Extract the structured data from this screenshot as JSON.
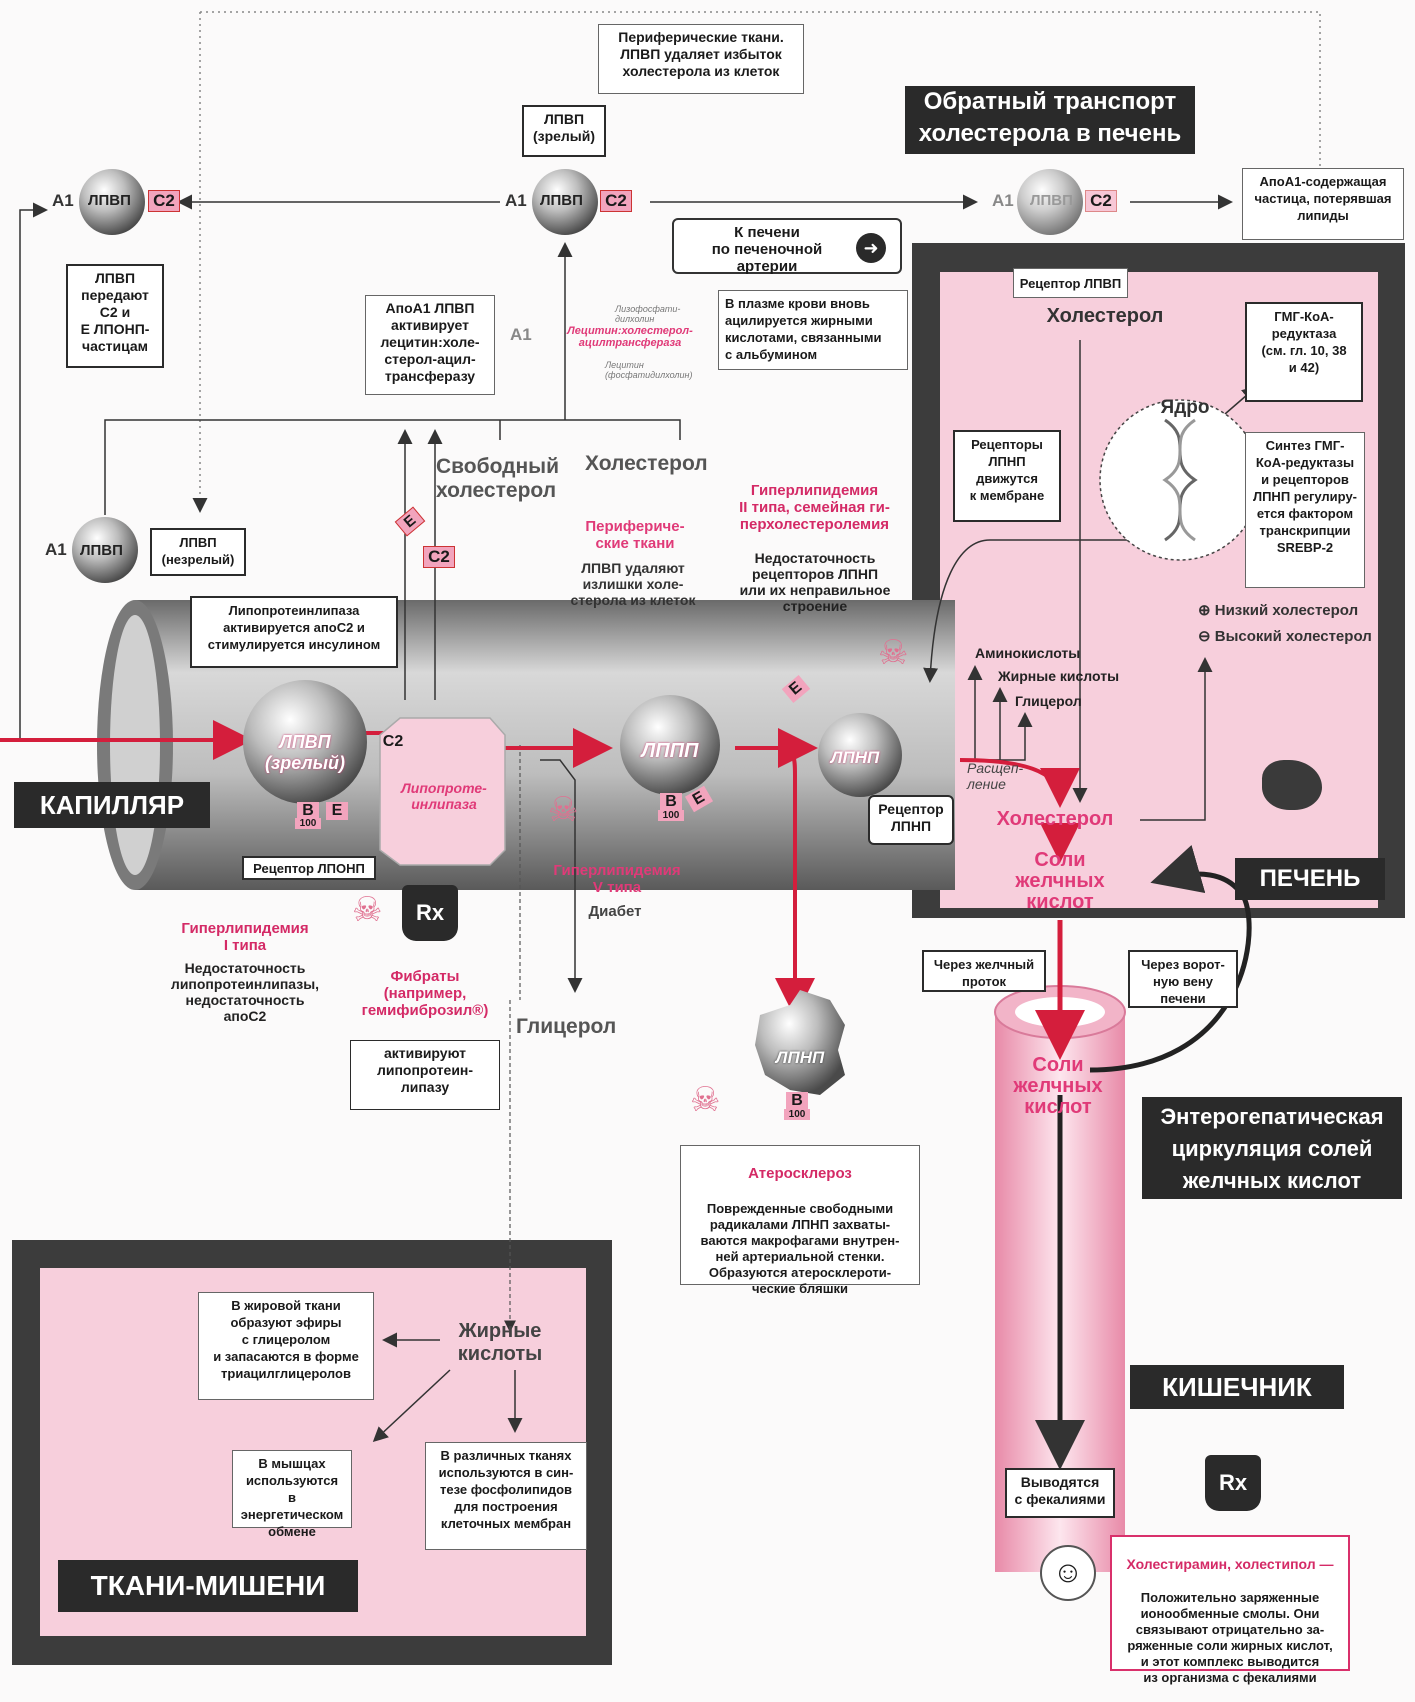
{
  "top_note": "Периферические ткани.\nЛПВП удаляет избыток\nхолестерола из клеток",
  "hdl_mature_top": "ЛПВП\n(зрелый)",
  "reverse_title": "Обратный транспорт\nхолестерола в печень",
  "apoa1_particle": "АпоА1-содержащая\nчастица, потерявшая\nлипиды",
  "to_liver": "К печени\nпо печеночной артерии",
  "hdl_transfer": "ЛПВП\nпередают\nС2 и\nЕ ЛПОНП-\nчастицам",
  "apoa1_activates": "АпоА1 ЛПВП\nактивирует\nлецитин:холе-\nстерол-ацил-\nтрансферазу",
  "lysolecithin": "Лизофосфати-\nдилхолин",
  "lcat": "Лецитин:холестерол-\nацилтрансфераза",
  "lecithin": "Лецитин\n(фосфатидилхолин)",
  "plasma_acyl": "В плазме крови вновь\nацилируется жирными\nкислотами, связанными\nс альбумином",
  "hdl_receptor": "Рецептор ЛПВП",
  "cholesterol_liver_top": "Холестерол",
  "hmg_box": "ГМГ-КоА-\nредуктаза\n(см. гл. 10, 38\nи 42)",
  "nucleus": "Ядро",
  "ldl_receptors_move": "Рецепторы\nЛПНП\nдвижутся\nк мембране",
  "srebp_box": "Синтез ГМГ-\nКоА-редуктазы\nи рецепторов\nЛПНП регулиру-\nется фактором\nтранскрипции\nSREBP-2",
  "low_chol": "Низкий холестерол",
  "high_chol": "Высокий холестерол",
  "free_chol": "Свободный\nхолестерол",
  "chol_label": "Холестерол",
  "hdl_immature": "ЛПВП\n(незрелый)",
  "periph_tissues_title": "Перифериче-\nские ткани",
  "periph_tissues_text": "ЛПВП удаляют\nизлишки холе-\nстерола из клеток",
  "hyper2_title": "Гиперлипидемия\nII типа, семейная ги-\nперхолестеролемия",
  "hyper2_text": "Недостаточность\nрецепторов ЛПНП\nили их неправильное\nстроение",
  "lpl_box": "Липопротеинлипаза\nактивируется апоС2 и\nстимулируется инсулином",
  "aminoacids": "Аминокислоты",
  "fatty_acids_liver": "Жирные кислоты",
  "glycerol_liver": "Глицерол",
  "cleavage": "Расщеп-\nление",
  "capillary": "КАПИЛЛЯР",
  "hdl_mature_cap": "ЛПВП\n(зрелый)",
  "lpl_enzyme": "Липопроте-\nинлипаза",
  "idl": "ЛППП",
  "ldl": "ЛПНП",
  "ldl_receptor": "Рецептор\nЛПНП",
  "vldl_receptor": "Рецептор ЛПОНП",
  "liver_chol": "Холестерол",
  "bile_salts_liver": "Соли\nжелчных\nкислот",
  "liver": "ПЕЧЕНЬ",
  "hyper5_title": "Гиперлипидемия\nV типа",
  "hyper5_text": "Диабет",
  "hyper1_title": "Гиперлипидемия\nI типа",
  "hyper1_text": "Недостаточность\nлипопротеинлипазы,\nнедостаточность\nапоС2",
  "fibrates_title": "Фибраты\n(например,\nгемифиброзил®)",
  "fibrates_text": "активируют\nлипопротеин-\nлипазу",
  "glycerol": "Глицерол",
  "bile_duct": "Через желчный\nпроток",
  "portal_vein": "Через ворот-\nную вену\nпечени",
  "bile_salts_gut": "Соли\nжелчных\nкислот",
  "enterohep": "Энтерогепатическая\nциркуляция солей\nжелчных кислот",
  "athero_title": "Атеросклероз",
  "athero_text": "Поврежденные свободными\nрадикалами ЛПНП захваты-\nваются макрофагами внутрен-\nней артериальной стенки.\nОбразуются атеросклероти-\nческие бляшки",
  "gut": "КИШЕЧНИК",
  "feces": "Выводятся\nс фекалиями",
  "resins_title": "Холестирамин, холестипол —",
  "resins_text": "Положительно заряженные\nионообменные смолы. Они\nсвязывают отрицательно за-\nряженные соли жирных кислот,\nи этот комплекс выводится\nиз организма с фекалиями",
  "adipose": "В жировой ткани\nобразуют эфиры\nс глицеролом\nи запасаются в форме\nтриацилглицеролов",
  "fatty_acids": "Жирные\nкислоты",
  "muscle": "В мышцах\nиспользуются\nв энергетическом\nобмене",
  "various": "В различных тканях\nиспользуются в син-\nтезе фосфолипидов\nдля построения\nклеточных мембран",
  "target_tissues": "ТКАНИ-МИШЕНИ",
  "lbl_hdl": "ЛПВП",
  "lbl_a1": "А1",
  "lbl_c2": "С2",
  "lbl_e": "Е",
  "lbl_b": "B",
  "lbl_100": "100",
  "lbl_rx": "Rx",
  "colors": {
    "pink": "#e03a78",
    "liver_bg": "#f7cfdc",
    "dark": "#2a2a2a",
    "red": "#d41e3c"
  }
}
